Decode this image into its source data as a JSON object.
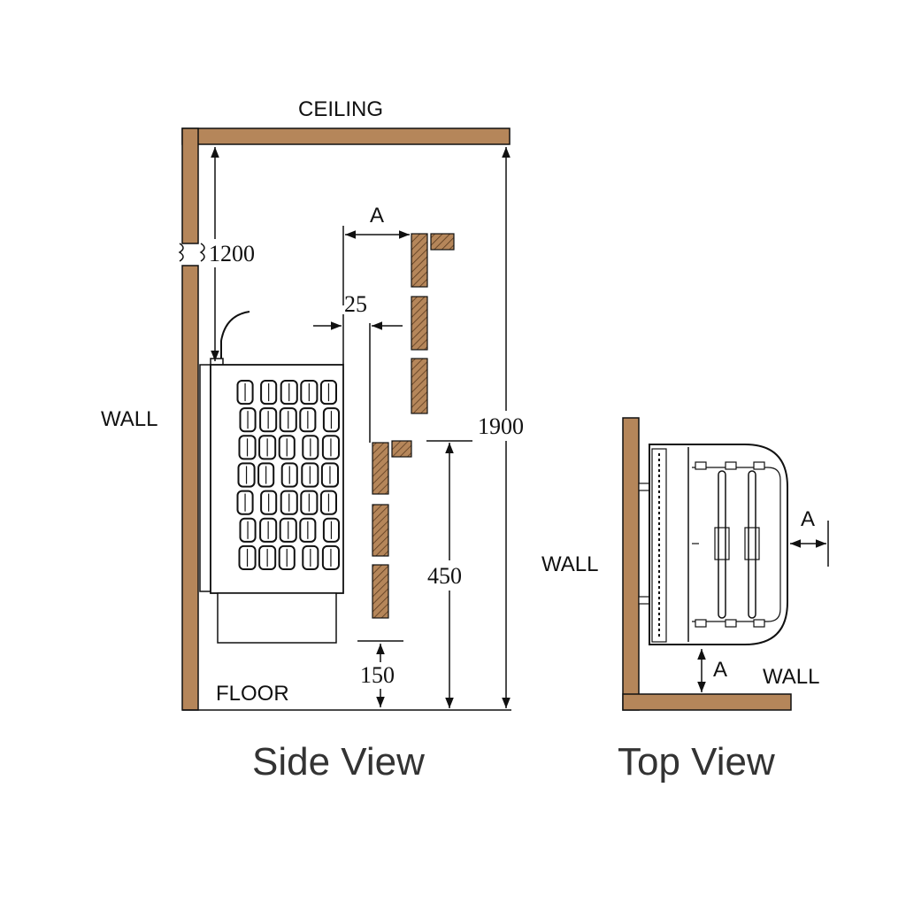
{
  "colors": {
    "wood": "#B5865A",
    "outline": "#111111",
    "hatch": "#5a3a1e"
  },
  "side_view": {
    "title": "Side View",
    "labels": {
      "ceiling": "CEILING",
      "wall": "WALL",
      "floor": "FLOOR"
    },
    "dimensions": {
      "d1200": "1200",
      "d1900": "1900",
      "d450": "450",
      "d150": "150",
      "d25": "25",
      "a": "A"
    }
  },
  "top_view": {
    "title": "Top View",
    "labels": {
      "wall_left": "WALL",
      "wall_bottom": "WALL"
    },
    "dimensions": {
      "a_right": "A",
      "a_bottom": "A"
    }
  }
}
